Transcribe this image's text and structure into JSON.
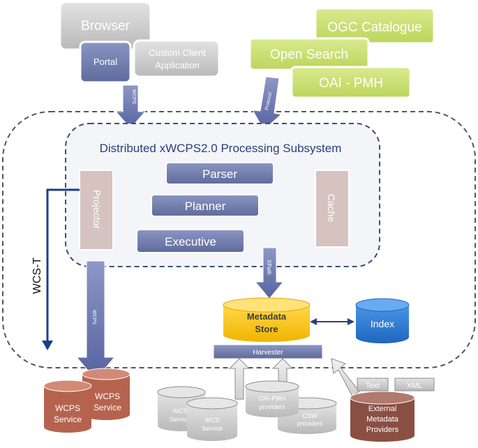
{
  "top_left": {
    "browser": "Browser",
    "portal": "Portal",
    "custom_client_line1": "Custom Client",
    "custom_client_line2": "Application",
    "arrow_label": "WCPS"
  },
  "top_right": {
    "ogc_catalogue": "OGC Catalogue",
    "open_search": "Open Search",
    "oai_pmh": "OAI - PMH",
    "arrow_label": "Protocol"
  },
  "subsystem": {
    "title": "Distributed xWCPS2.0 Processing Subsystem",
    "parser": "Parser",
    "planner": "Planner",
    "executive": "Executive",
    "projector": "Projector",
    "cache": "Cache",
    "xpath_label": "XPath",
    "wcps_down_label": "WCPS"
  },
  "wcs_t": "WCS-T",
  "metadata": {
    "store_line1": "Metadata",
    "store_line2": "Store",
    "index": "Index",
    "harvester": "Harvester"
  },
  "bottom": {
    "wcps_line1": "WCPS",
    "wcps_line2": "Service",
    "wcs_line1": "WCS",
    "wcs_line2": "Service",
    "oai_line1": "OAI-PMH",
    "oai_line2": "providers",
    "csw_line1": "CSW",
    "csw_line2": "providers",
    "text_tag": "Text",
    "xml_tag": "XML",
    "external_line1": "External",
    "external_line2": "Metadata",
    "external_line3": "Providers"
  },
  "colors": {
    "node_blue": "#6c78a8",
    "lime": "#cbe07a",
    "lime_text": "#ffffff",
    "grey_box": "#c8c8c8",
    "projector": "#d6c3bf",
    "metadata_store": "#f5c518",
    "index": "#2e7cd6",
    "terracotta": "#b5634f",
    "external": "#8a4f43"
  }
}
